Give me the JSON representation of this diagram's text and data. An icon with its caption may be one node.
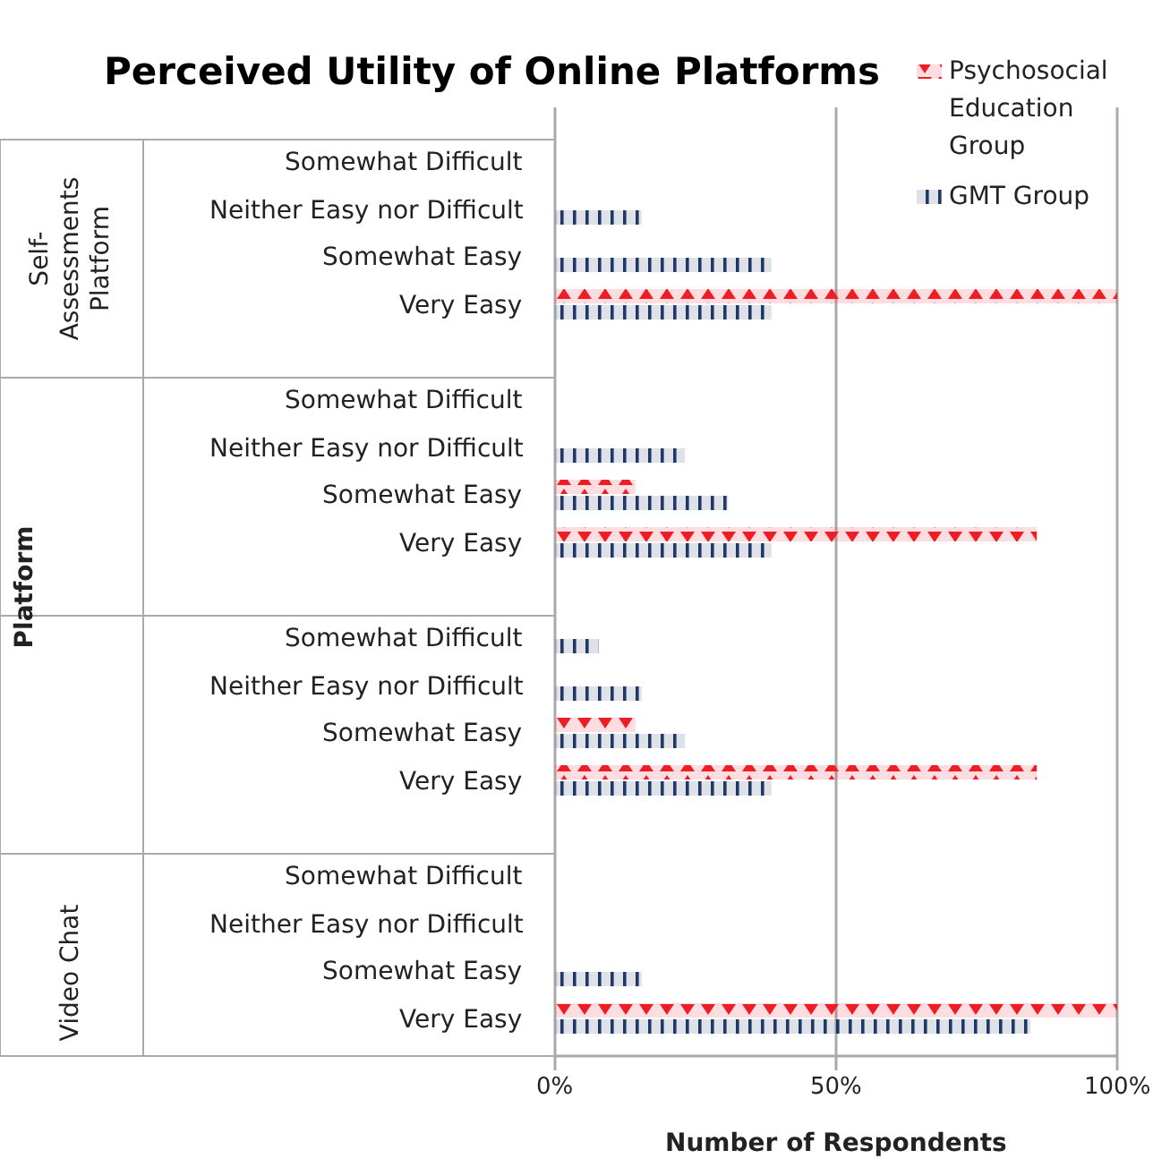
{
  "diagram": {
    "labels": [
      "Self-Assessments Platform",
      "Video Chat"
    ],
    "chart_data": {
      "type": "bar",
      "orientation": "horizontal",
      "title": "Perceived Utility of Online Platforms",
      "xlabel": "Number of Respondents",
      "annotations": [
        {
          "text": "Platform"
        }
      ],
      "categories": [
        "Somewhat Difficult",
        "Neither Easy nor Difficult",
        "Somewhat Easy",
        "Very Easy",
        "Somewhat Difficult",
        "Neither Easy nor Difficult",
        "Somewhat Easy",
        "Very Easy",
        "Somewhat Difficult",
        "Neither Easy nor Difficult",
        "Somewhat Easy",
        "Very Easy",
        "Somewhat Difficult",
        "Neither Easy nor Difficult",
        "Somewhat Easy",
        "Very Easy"
      ],
      "series": [
        {
          "name": "Psychosocial Education Group",
          "color": "#ee1c25",
          "values": [
            0,
            0,
            0,
            100,
            0,
            0,
            14.3,
            85.7,
            0,
            0,
            14.3,
            85.7,
            0,
            0,
            0,
            100
          ]
        },
        {
          "name": "GMT Group",
          "color": "#1f3864",
          "values": [
            0,
            15.4,
            38.5,
            38.5,
            0,
            23.1,
            30.8,
            38.5,
            7.7,
            15.4,
            23.1,
            38.5,
            0,
            0,
            15.4,
            84.6
          ]
        }
      ],
      "legend": "upper right",
      "xlim": [
        0,
        100
      ],
      "xticks": [
        {
          "value": 0,
          "label": "0%"
        },
        {
          "value": 50,
          "label": "50%"
        },
        {
          "value": 100,
          "label": "100%"
        }
      ]
    }
  }
}
